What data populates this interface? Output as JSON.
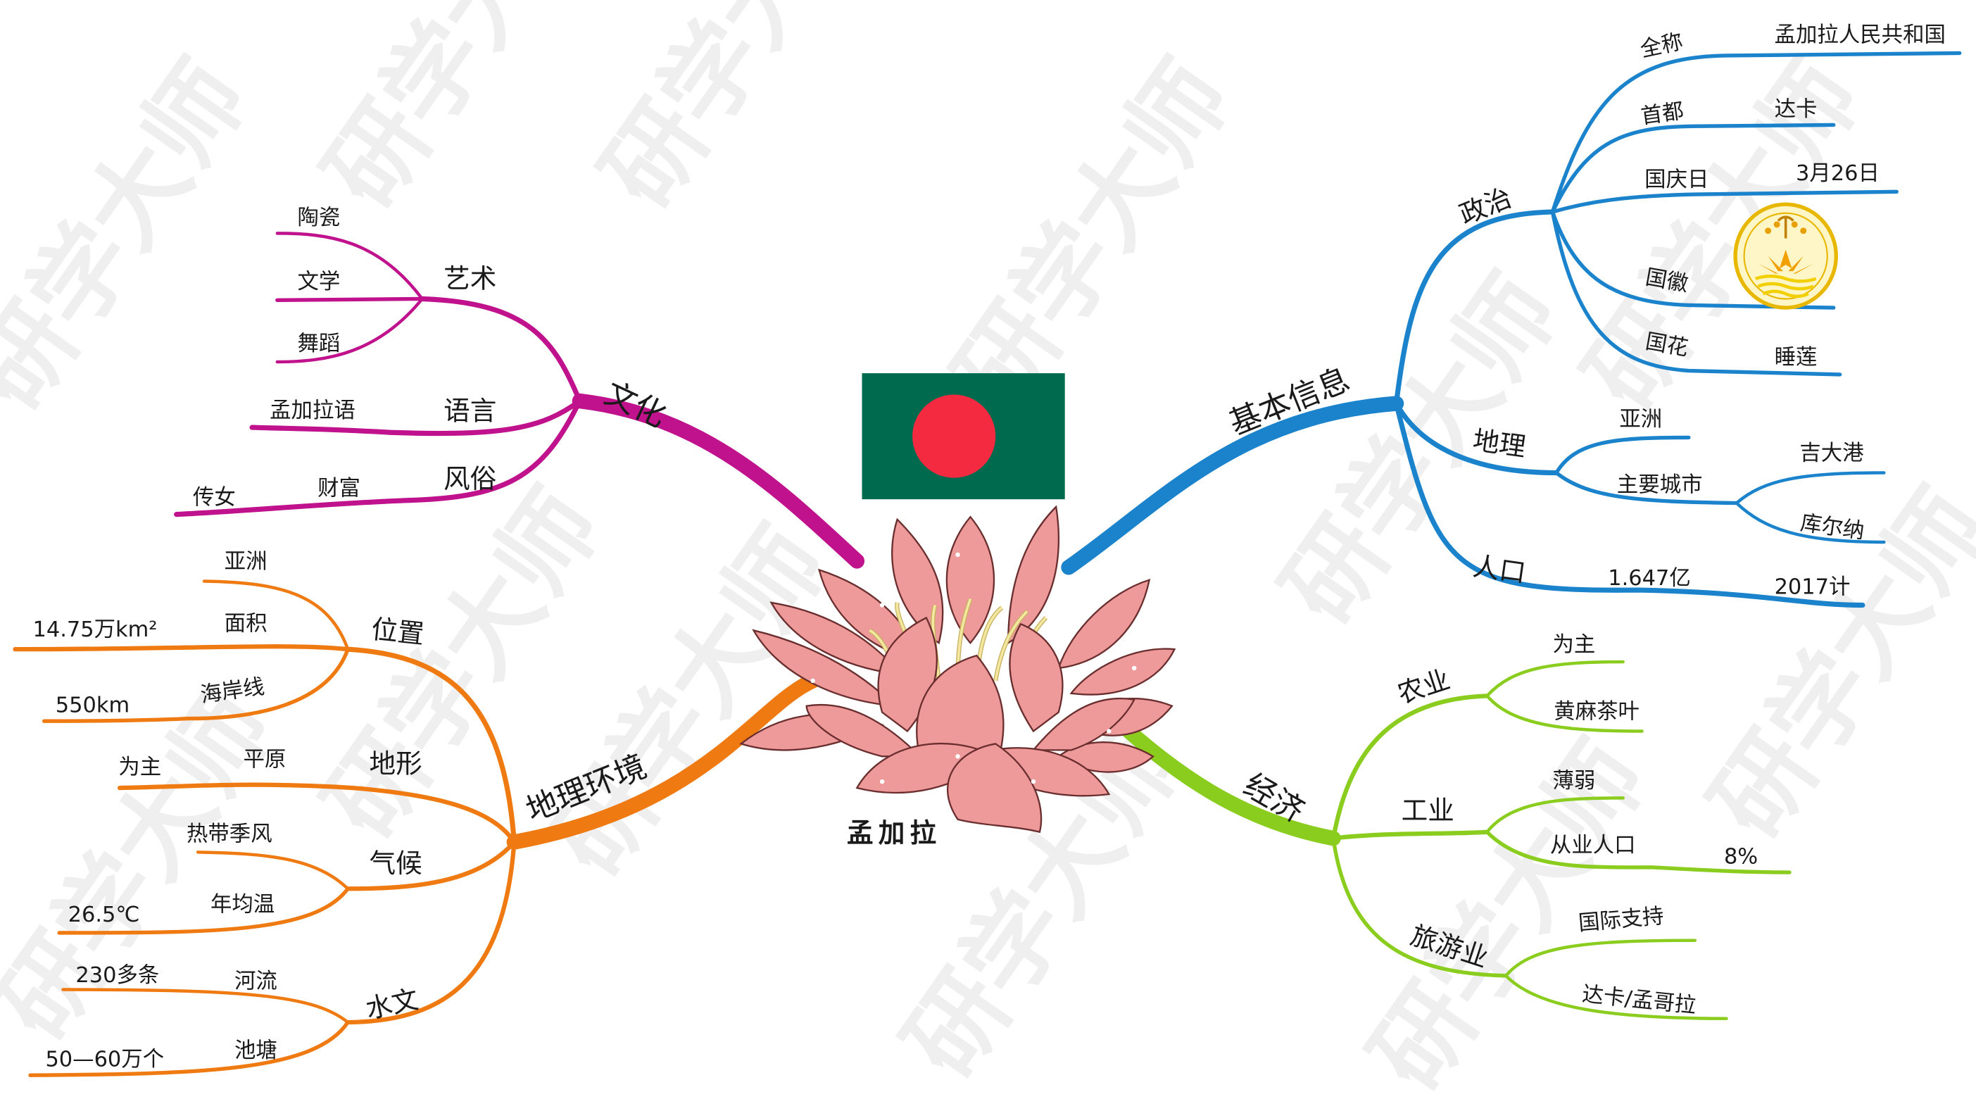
{
  "title": "孟加拉",
  "watermark": "研学大师",
  "colors": {
    "culture": "#C0128C",
    "basic_info": "#1B83CC",
    "geography": "#F07A12",
    "economy": "#8ACD1E",
    "flag_green": "#006A4E",
    "flag_red": "#F42A41",
    "lotus_pink": "#EE9A9A",
    "emblem_gold": "#F2C200"
  },
  "center": {
    "caption": "孟加拉",
    "flag": "bangladesh-flag",
    "image": "lotus-flower"
  },
  "branches": {
    "culture": {
      "label": "文化",
      "children": {
        "art": {
          "label": "艺术",
          "items": [
            "陶瓷",
            "文学",
            "舞蹈"
          ]
        },
        "language": {
          "label": "语言",
          "value": "孟加拉语"
        },
        "custom": {
          "label": "风俗",
          "value": "财富",
          "sub": "传女"
        }
      }
    },
    "basic_info": {
      "label": "基本信息",
      "children": {
        "politics": {
          "label": "政治",
          "items": [
            {
              "label": "全称",
              "value": "孟加拉人民共和国"
            },
            {
              "label": "首都",
              "value": "达卡"
            },
            {
              "label": "国庆日",
              "value": "3月26日"
            },
            {
              "label": "国徽",
              "value": "national-emblem"
            },
            {
              "label": "国花",
              "value": "睡莲"
            }
          ]
        },
        "geography": {
          "label": "地理",
          "items": [
            {
              "label": "亚洲"
            },
            {
              "label": "主要城市",
              "cities": [
                "吉大港",
                "库尔纳"
              ]
            }
          ]
        },
        "population": {
          "label": "人口",
          "value": "1.647亿",
          "note": "2017计"
        }
      }
    },
    "geo_env": {
      "label": "地理环境",
      "children": {
        "location": {
          "label": "位置",
          "items": [
            {
              "label": "亚洲"
            },
            {
              "label": "面积",
              "value": "14.75万km²"
            },
            {
              "label": "海岸线",
              "value": "550km"
            }
          ]
        },
        "terrain": {
          "label": "地形",
          "value": "平原",
          "sub": "为主"
        },
        "climate": {
          "label": "气候",
          "items": [
            {
              "label": "热带季风"
            },
            {
              "label": "年均温",
              "value": "26.5℃"
            }
          ]
        },
        "hydrology": {
          "label": "水文",
          "items": [
            {
              "label": "河流",
              "value": "230多条"
            },
            {
              "label": "池塘",
              "value": "50—60万个"
            }
          ]
        }
      }
    },
    "economy": {
      "label": "经济",
      "children": {
        "agriculture": {
          "label": "农业",
          "items": [
            "为主",
            "黄麻茶叶"
          ]
        },
        "industry": {
          "label": "工业",
          "items": [
            {
              "label": "薄弱"
            },
            {
              "label": "从业人口",
              "value": "8%"
            }
          ]
        },
        "tourism": {
          "label": "旅游业",
          "items": [
            "国际支持",
            "达卡/孟哥拉"
          ]
        }
      }
    }
  }
}
